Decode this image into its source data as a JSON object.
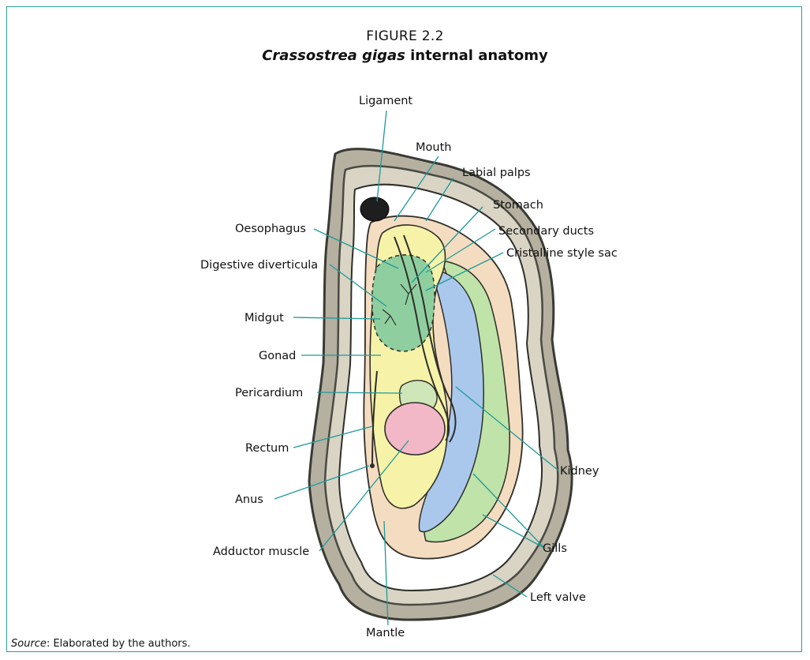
{
  "figure": {
    "number": "FIGURE 2.2",
    "title_italic": "Crassostrea gigas",
    "title_rest": " internal anatomy"
  },
  "labels": {
    "ligament": "Ligament",
    "mouth": "Mouth",
    "labial_palps": "Labial palps",
    "stomach": "Stomach",
    "secondary_ducts": "Secondary ducts",
    "cristalline_style_sac": "Cristalline style sac",
    "oesophagus": "Oesophagus",
    "digestive_diverticula": "Digestive diverticula",
    "midgut": "Midgut",
    "gonad": "Gonad",
    "pericardium": "Pericardium",
    "rectum": "Rectum",
    "anus": "Anus",
    "adductor_muscle": "Adductor muscle",
    "kidney": "Kidney",
    "gills": "Gills",
    "left_valve": "Left valve",
    "mantle": "Mantle"
  },
  "source": {
    "prefix": "Source",
    "text": ": Elaborated by the authors."
  },
  "colors": {
    "frame": "#2a9d9a",
    "leader": "#1f9a9a",
    "shell": "#8a8a7a",
    "gonad": "#f6f2a8",
    "digestive": "#8fcf9f",
    "kidney": "#a9c8ec",
    "gills": "#bfe3a8",
    "adductor": "#f2b8c8",
    "mantle": "#f4dcc0"
  }
}
